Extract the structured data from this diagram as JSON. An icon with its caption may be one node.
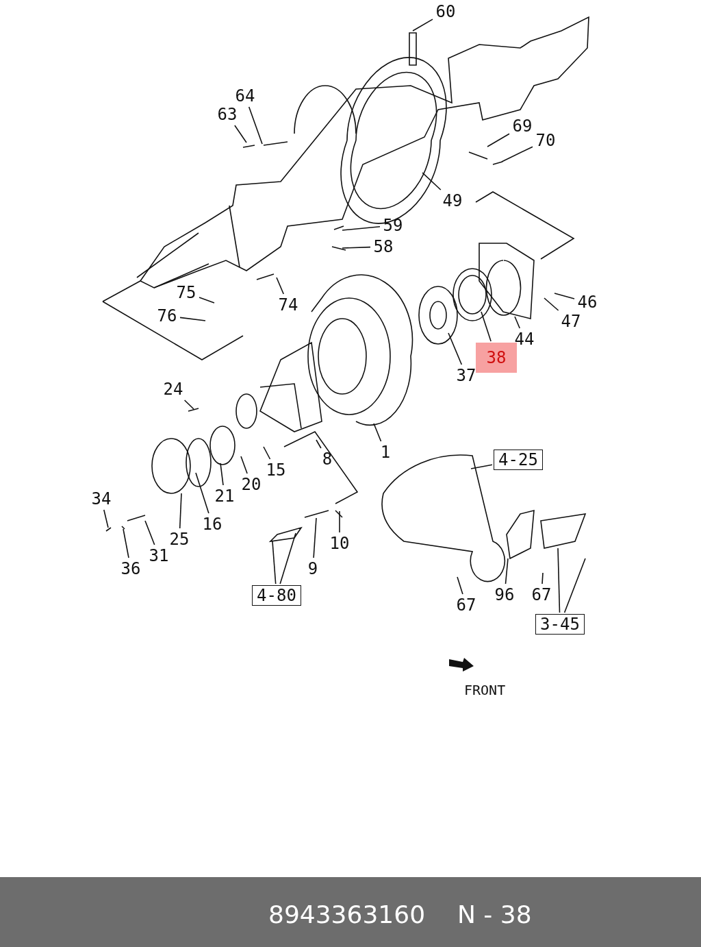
{
  "diagram": {
    "nodes": [
      {
        "text": [
          "60"
        ]
      },
      {
        "text": [
          "64"
        ]
      },
      {
        "text": [
          "63"
        ]
      },
      {
        "text": [
          "69"
        ]
      },
      {
        "text": [
          "70"
        ]
      },
      {
        "text": [
          "49"
        ]
      },
      {
        "text": [
          "59"
        ]
      },
      {
        "text": [
          "58"
        ]
      },
      {
        "text": [
          "75"
        ]
      },
      {
        "text": [
          "76"
        ]
      },
      {
        "text": [
          "74"
        ]
      },
      {
        "text": [
          "46"
        ]
      },
      {
        "text": [
          "47"
        ]
      },
      {
        "text": [
          "44"
        ]
      },
      {
        "text": [
          "38"
        ]
      },
      {
        "text": [
          "37"
        ]
      },
      {
        "text": [
          "1"
        ]
      },
      {
        "text": [
          "24"
        ]
      },
      {
        "text": [
          "8"
        ]
      },
      {
        "text": [
          "15"
        ]
      },
      {
        "text": [
          "20"
        ]
      },
      {
        "text": [
          "21"
        ]
      },
      {
        "text": [
          "16"
        ]
      },
      {
        "text": [
          "25"
        ]
      },
      {
        "text": [
          "34"
        ]
      },
      {
        "text": [
          "36"
        ]
      },
      {
        "text": [
          "31"
        ]
      },
      {
        "text": [
          "9"
        ]
      },
      {
        "text": [
          "10"
        ]
      },
      {
        "text": [
          "4-80"
        ]
      },
      {
        "text": [
          "4-25"
        ]
      },
      {
        "text": [
          "67"
        ]
      },
      {
        "text": [
          "96"
        ]
      },
      {
        "text": [
          "67"
        ]
      },
      {
        "text": [
          "3-45"
        ]
      }
    ],
    "edges": [
      {
        "from": 0,
        "to": null,
        "arrow": "none"
      },
      {
        "from": 1,
        "to": null,
        "arrow": "none"
      },
      {
        "from": 2,
        "to": null,
        "arrow": "none"
      },
      {
        "from": 3,
        "to": null,
        "arrow": "none"
      },
      {
        "from": 4,
        "to": null,
        "arrow": "none"
      },
      {
        "from": 5,
        "to": null,
        "arrow": "none"
      },
      {
        "from": 6,
        "to": null,
        "arrow": "none"
      },
      {
        "from": 7,
        "to": null,
        "arrow": "none"
      },
      {
        "from": 8,
        "to": null,
        "arrow": "none"
      },
      {
        "from": 9,
        "to": null,
        "arrow": "none"
      },
      {
        "from": 10,
        "to": null,
        "arrow": "none"
      },
      {
        "from": 11,
        "to": null,
        "arrow": "none"
      },
      {
        "from": 12,
        "to": null,
        "arrow": "none"
      },
      {
        "from": 13,
        "to": null,
        "arrow": "none"
      },
      {
        "from": 14,
        "to": null,
        "arrow": "none"
      },
      {
        "from": 15,
        "to": null,
        "arrow": "none"
      },
      {
        "from": 16,
        "to": null,
        "arrow": "none"
      },
      {
        "from": 17,
        "to": null,
        "arrow": "none"
      },
      {
        "from": 18,
        "to": null,
        "arrow": "none"
      },
      {
        "from": 19,
        "to": null,
        "arrow": "none"
      },
      {
        "from": 20,
        "to": null,
        "arrow": "none"
      },
      {
        "from": 21,
        "to": null,
        "arrow": "none"
      },
      {
        "from": 22,
        "to": null,
        "arrow": "none"
      },
      {
        "from": 23,
        "to": null,
        "arrow": "none"
      },
      {
        "from": 24,
        "to": null,
        "arrow": "none"
      },
      {
        "from": 25,
        "to": null,
        "arrow": "none"
      },
      {
        "from": 26,
        "to": null,
        "arrow": "none"
      },
      {
        "from": 27,
        "to": null,
        "arrow": "none"
      },
      {
        "from": 28,
        "to": null,
        "arrow": "none"
      },
      {
        "from": 29,
        "to": null,
        "arrow": "none"
      },
      {
        "from": 29,
        "to": null,
        "arrow": "none"
      },
      {
        "from": 30,
        "to": null,
        "arrow": "none"
      },
      {
        "from": 31,
        "to": null,
        "arrow": "none"
      },
      {
        "from": 32,
        "to": null,
        "arrow": "none"
      },
      {
        "from": 33,
        "to": null,
        "arrow": "none"
      },
      {
        "from": 34,
        "to": null,
        "arrow": "none"
      },
      {
        "from": 34,
        "to": null,
        "arrow": "none"
      }
    ],
    "labels": [
      "FRONT",
      "8943363160",
      "N - 38"
    ]
  }
}
